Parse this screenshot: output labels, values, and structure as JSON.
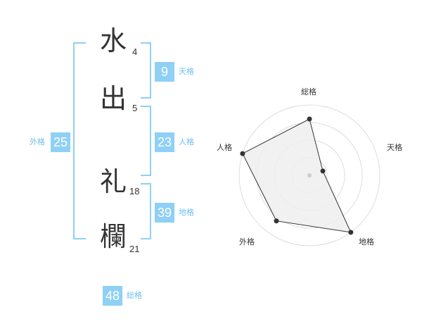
{
  "name_chars": [
    {
      "char": "水",
      "strokes": "4"
    },
    {
      "char": "出",
      "strokes": "5"
    },
    {
      "char": "礼",
      "strokes": "18"
    },
    {
      "char": "欄",
      "strokes": "21"
    }
  ],
  "fortunes": {
    "tenkaku": {
      "value": "9",
      "label": "天格"
    },
    "jinkaku": {
      "value": "23",
      "label": "人格"
    },
    "chikaku": {
      "value": "39",
      "label": "地格"
    },
    "gaikaku": {
      "value": "25",
      "label": "外格"
    },
    "soukaku": {
      "value": "48",
      "label": "総格"
    }
  },
  "chart_data": {
    "type": "radar",
    "axes": [
      "総格",
      "天格",
      "地格",
      "外格",
      "人格"
    ],
    "values": [
      0.8,
      0.2,
      1.0,
      0.8,
      1.0
    ],
    "rings": 4,
    "fill_color": "#efefef",
    "line_color": "#333333",
    "grid_color": "#dddddd"
  }
}
